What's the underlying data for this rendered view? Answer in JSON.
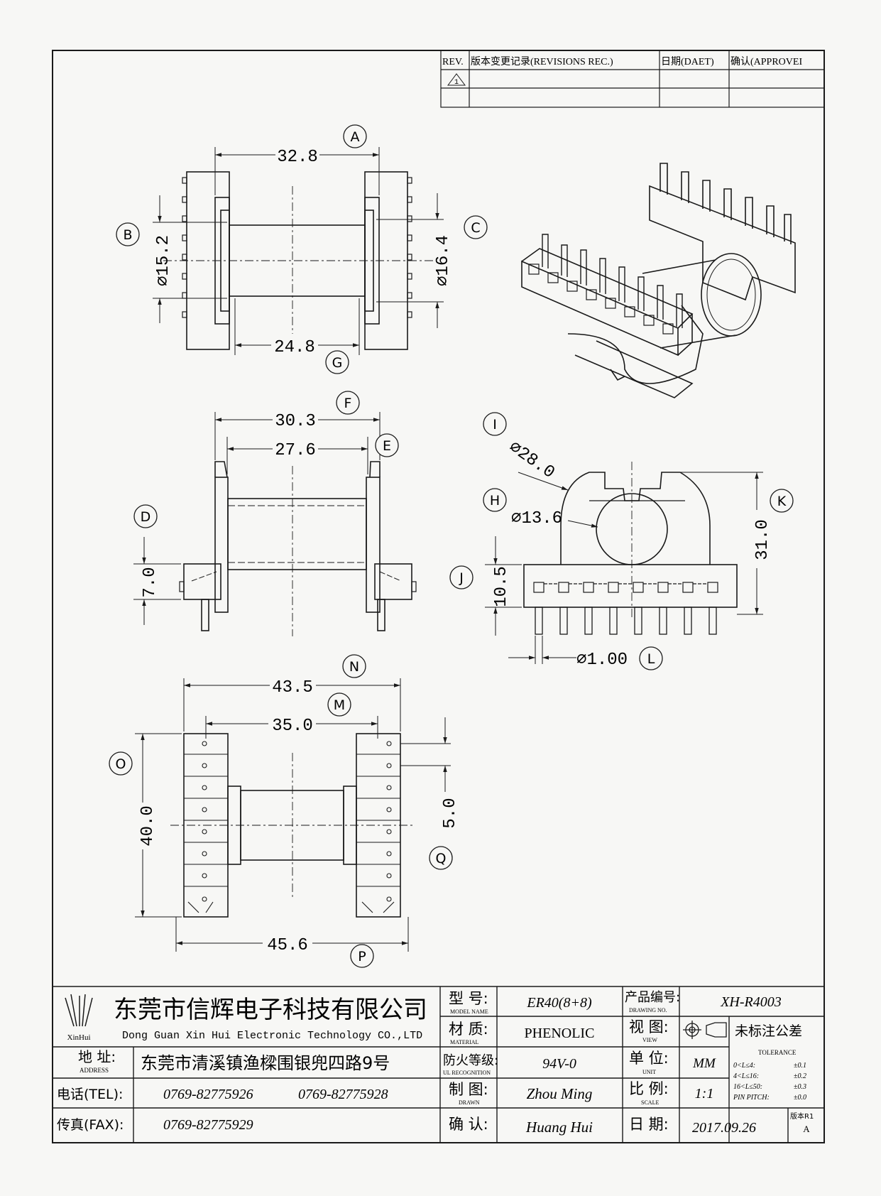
{
  "revision_table": {
    "headers": [
      "REV.",
      "版本变更记录(REVISIONS REC.)",
      "日期(DAET)",
      "确认(APPROVEI"
    ],
    "rev_symbol": "1"
  },
  "top_view": {
    "dims": {
      "A": "32.8",
      "G": "24.8",
      "B": "⌀15.2",
      "C": "⌀16.4"
    }
  },
  "side_view": {
    "dims": {
      "F": "30.3",
      "E": "27.6",
      "D": "7.0"
    }
  },
  "end_view": {
    "dims": {
      "I": "⌀28.0",
      "H": "⌀13.6",
      "K": "31.0",
      "J": "10.5",
      "L": "⌀1.00"
    }
  },
  "bottom_view": {
    "dims": {
      "N": "43.5",
      "M": "35.0",
      "O": "40.0",
      "Q": "5.0",
      "P": "45.6"
    }
  },
  "balloons": [
    "A",
    "B",
    "C",
    "D",
    "E",
    "F",
    "G",
    "H",
    "I",
    "J",
    "K",
    "L",
    "M",
    "N",
    "O",
    "P",
    "Q"
  ],
  "title_block": {
    "company_cn": "东莞市信辉电子科技有限公司",
    "company_en": "Dong Guan Xin Hui Electronic Technology CO.,LTD",
    "logo_text": "XinHui",
    "address_label": "地 址:",
    "address_label_en": "ADDRESS",
    "address": "东莞市清溪镇渔樑围银兜四路9号",
    "tel_label": "电话(TEL):",
    "tel1": "0769-82775926",
    "tel2": "0769-82775928",
    "fax_label": "传真(FAX):",
    "fax": "0769-82775929",
    "model_label": "型 号:",
    "model_label_en": "MODEL NAME",
    "model": "ER40(8+8)",
    "material_label": "材 质:",
    "material_label_en": "MATERIAL",
    "material": "PHENOLIC",
    "flame_label": "防火等级:",
    "flame_label_en": "UL RECOGNITION",
    "flame": "94V-0",
    "drawn_label": "制 图:",
    "drawn_label_en": "DRAWN",
    "drawn": "Zhou Ming",
    "check_label": "确 认:",
    "check": "Huang Hui",
    "drawing_no_label": "产品编号:",
    "drawing_no_label_en": "DRAWING NO.",
    "drawing_no": "XH-R4003",
    "view_label": "视 图:",
    "view_label_en": "VIEW",
    "unit_label": "单 位:",
    "unit_label_en": "UNIT",
    "unit": "MM",
    "scale_label": "比 例:",
    "scale_label_en": "SCALE",
    "scale": "1:1",
    "date_label": "日 期:",
    "date": "2017.09.26",
    "version_label": "版本R1",
    "version": "A",
    "tolerance_title": "未标注公差",
    "tolerance_title_en": "TOLERANCE",
    "tolerances": [
      {
        "range": "0<L≤4:",
        "value": "±0.1"
      },
      {
        "range": "4<L≤16:",
        "value": "±0.2"
      },
      {
        "range": "16<L≤50:",
        "value": "±0.3"
      },
      {
        "range": "PIN PITCH:",
        "value": "±0.0"
      }
    ]
  }
}
